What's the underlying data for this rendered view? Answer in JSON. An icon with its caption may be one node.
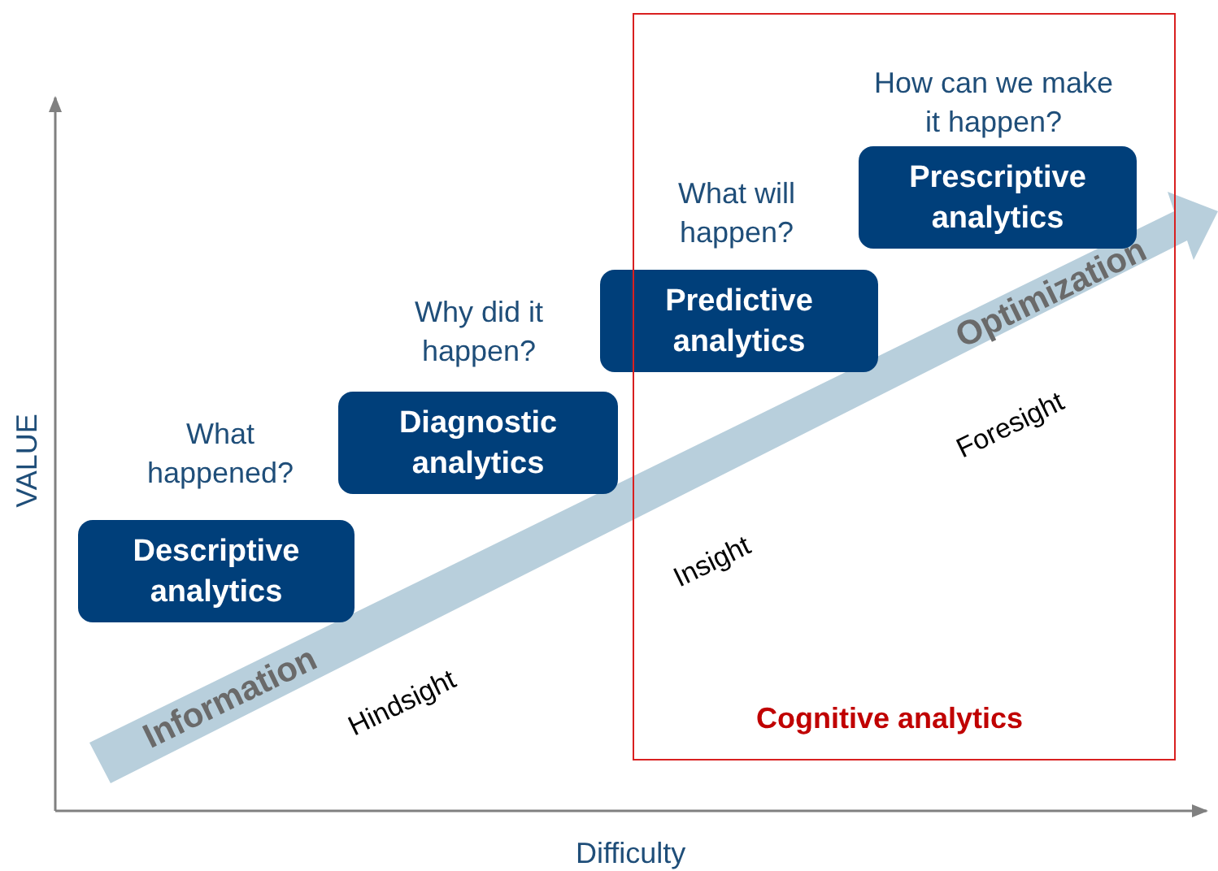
{
  "diagram": {
    "nodes": [
      {
        "text": [
          "Descriptive analytics"
        ],
        "beside": [
          "What happened?"
        ]
      },
      {
        "text": [
          "Diagnostic analytics"
        ],
        "beside": [
          "Why did it happen?"
        ]
      },
      {
        "text": [
          "Predictive analytics"
        ],
        "beside": [
          "What will happen?"
        ]
      },
      {
        "text": [
          "Cognitive analytics"
        ]
      },
      {
        "text": [
          "Prescriptive analytics"
        ],
        "beside": [
          "How can we make it happen?"
        ],
        "in": 3
      }
    ],
    "edges": [],
    "labels": [
      "VALUE",
      "Difficulty",
      "Information",
      "Optimization",
      "Hindsight",
      "Insight",
      "Foresight"
    ]
  }
}
